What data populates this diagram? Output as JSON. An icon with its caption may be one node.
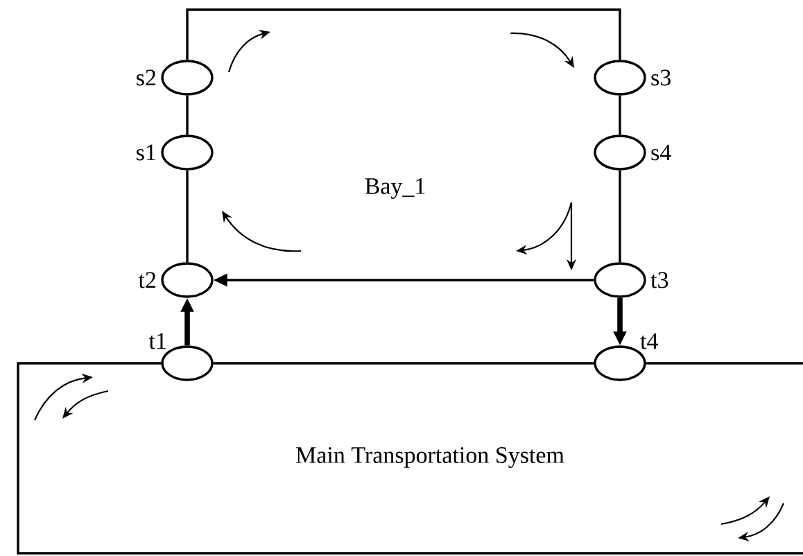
{
  "diagram": {
    "nodes": [
      {
        "text": [],
        "shape": "circle",
        "beside": [
          "s2"
        ]
      },
      {
        "text": [],
        "shape": "circle",
        "beside": [
          "s3"
        ]
      },
      {
        "text": [],
        "shape": "circle",
        "beside": [
          "s1"
        ]
      },
      {
        "text": [],
        "shape": "circle",
        "beside": [
          "s4"
        ]
      },
      {
        "text": [],
        "shape": "circle",
        "beside": [
          "t2"
        ]
      },
      {
        "text": [],
        "shape": "circle",
        "beside": [
          "t3"
        ]
      },
      {
        "text": [],
        "shape": "circle",
        "beside": [
          "t1"
        ]
      },
      {
        "text": [],
        "shape": "circle",
        "beside": [
          "t4"
        ]
      },
      {
        "text": [
          "Main Transportation System"
        ]
      }
    ],
    "edges": [
      {
        "from": 0,
        "to": 1,
        "arrow": "none"
      },
      {
        "from": 0,
        "to": 2,
        "arrow": "none"
      },
      {
        "from": 1,
        "to": 3,
        "arrow": "none"
      },
      {
        "from": 2,
        "to": 4,
        "arrow": "none"
      },
      {
        "from": 3,
        "to": 5,
        "arrow": "none"
      },
      {
        "from": 5,
        "to": 4,
        "arrow": "to"
      },
      {
        "from": 6,
        "to": 4,
        "arrow": "to",
        "style": "thick"
      },
      {
        "from": 5,
        "to": 7,
        "arrow": "to",
        "style": "thick"
      }
    ],
    "labels": [
      "Bay_1"
    ]
  }
}
